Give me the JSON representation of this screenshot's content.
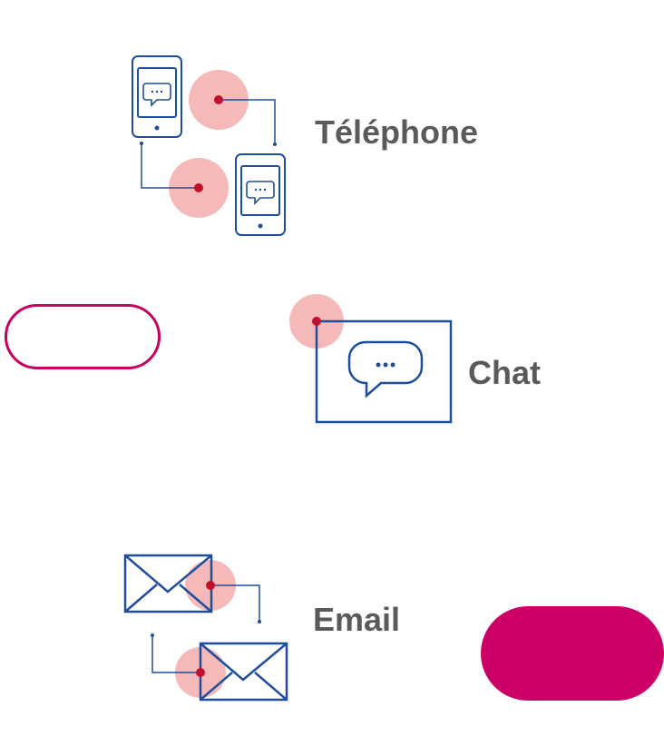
{
  "colors": {
    "icon_stroke": "#1f4e9c",
    "dot": "#c0102a",
    "halo": "#f4a7a7",
    "pill_accent": "#cc0066",
    "label": "#5a5a5a"
  },
  "options": [
    {
      "id": "telephone",
      "label": "Téléphone",
      "icon": "phone-chat-icon"
    },
    {
      "id": "chat",
      "label": "Chat",
      "icon": "chat-bubble-icon"
    },
    {
      "id": "email",
      "label": "Email",
      "icon": "envelope-icon"
    }
  ],
  "buttons": {
    "outline": {
      "label": ""
    },
    "filled": {
      "label": ""
    }
  }
}
